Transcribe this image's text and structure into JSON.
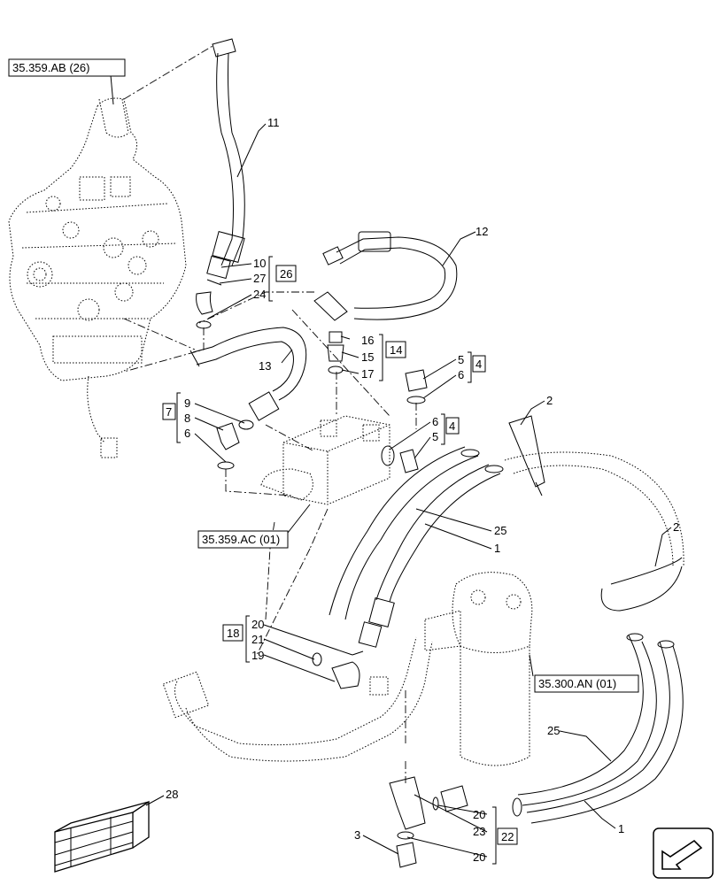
{
  "references": {
    "ref_ab": "35.359.AB (26)",
    "ref_ac": "35.359.AC (01)",
    "ref_an": "35.300.AN (01)"
  },
  "items": {
    "i1a": "1",
    "i1b": "1",
    "i2a": "2",
    "i2b": "2",
    "i3": "3",
    "i4a": "4",
    "i4b": "4",
    "i5a": "5",
    "i5b": "5",
    "i6a": "6",
    "i6b": "6",
    "i6c": "6",
    "i7": "7",
    "i8": "8",
    "i9": "9",
    "i10": "10",
    "i11": "11",
    "i12": "12",
    "i13": "13",
    "i14": "14",
    "i15": "15",
    "i16": "16",
    "i17": "17",
    "i18": "18",
    "i19": "19",
    "i20a": "20",
    "i20b": "20",
    "i20c": "20",
    "i21": "21",
    "i22": "22",
    "i23": "23",
    "i24": "24",
    "i25a": "25",
    "i25b": "25",
    "i26": "26",
    "i27": "27",
    "i28": "28"
  }
}
